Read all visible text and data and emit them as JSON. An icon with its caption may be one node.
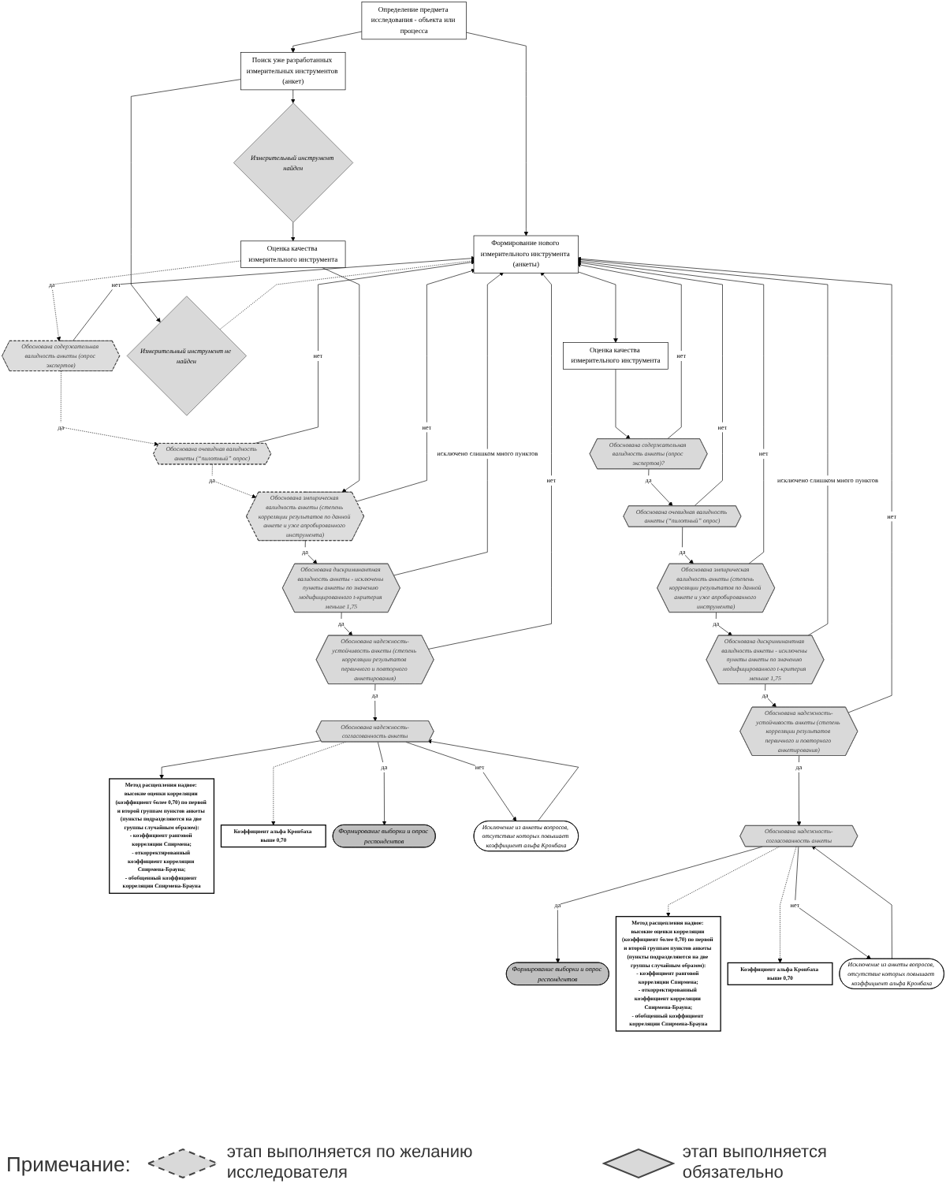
{
  "diagram": {
    "nodes": [
      {
        "text": [
          "Определение предмета исследования - объекта или процесса"
        ]
      },
      {
        "text": [
          "Поиск уже разработанных измерительных инструментов (анкет)"
        ]
      },
      {
        "text": [
          "Формирование нового измерительного инструмента (анкеты)"
        ]
      },
      {
        "text": [
          "Оценка качества измерительного инструмента"
        ]
      },
      {
        "text": [
          "Измерительный инструмент найден"
        ]
      },
      {
        "text": [
          "Измерительный инструмент не найден"
        ]
      },
      {
        "text": [
          "Оценка качества измерительного инструмента"
        ]
      },
      {
        "text": [
          "Обоснована содержательная валидность анкеты (опрос экспертов)"
        ]
      },
      {
        "text": [
          "Обоснована очевидная валидность анкеты (“пилотный” опрос)"
        ]
      },
      {
        "text": [
          "Обоснована эмпирическая валидность анкеты (степень корреляции результатов по данной анкете и уже апробированного инструмента)"
        ]
      },
      {
        "text": [
          "Обоснована дискриминантная валидность анкеты - исключены пункты анкеты по значению модифицированного t-критерия меньше 1,75"
        ]
      },
      {
        "text": [
          "Обоснована надежность-устойчивость анкеты (степень корреляции результатов первичного и повторного анкетирования)"
        ]
      },
      {
        "text": [
          "Обоснована надежность-согласованность анкеты"
        ]
      },
      {
        "text": [
          "Метод расщепления надвое: высокие оценки корреляции (коэффициент более 0,70) по первой и второй группам пунктов анкеты (пункты подразделяются на две группы случайным образом):",
          "- коэффициент ранговой корреляции Спирмена;",
          "- откорректированный коэффициент корреляции Спирмена-Брауна;",
          "- обобщенный коэффициент корреляции Спирмена-Брауна"
        ]
      },
      {
        "text": [
          "Коэффициент альфа Кронбаха выше 0,70"
        ]
      },
      {
        "text": [
          "Формирование выборки и опрос респондентов"
        ]
      },
      {
        "text": [
          "Исключение из анкеты вопросов, отсутствие которых повышает коэффициент альфа Кронбаха"
        ]
      },
      {
        "text": [
          "Обоснована содержательная валидность анкеты (опрос экспертов)?"
        ]
      },
      {
        "text": [
          "Обоснована очевидная валидность анкеты (“пилотный” опрос)"
        ]
      },
      {
        "text": [
          "Обоснована эмпирическая валидность анкеты (степень корреляции результатов по данной анкете и уже апробированного инструмента)"
        ]
      },
      {
        "text": [
          "Обоснована дискриминантная валидность анкеты - исключены пункты анкеты по значению модифицированного t-критерия меньше 1,75"
        ]
      },
      {
        "text": [
          "Обоснована надежность-устойчивость анкеты (степень корреляции результатов первичного и повторного анкетирования)"
        ]
      },
      {
        "text": [
          "Обоснована надежность-согласованность анкеты"
        ]
      },
      {
        "text": [
          "Метод расщепления надвое: высокие оценки корреляции (коэффициент более 0,70) по первой и второй группам пунктов анкеты (пункты подразделяются на две группы случайным образом):",
          "- коэффициент ранговой корреляции Спирмена;",
          "- откорректированный коэффициент корреляции Спирмена-Брауна;",
          "- обобщенный коэффициент корреляции Спирмена-Брауна"
        ]
      },
      {
        "text": [
          "Коэффициент альфа Кронбаха выше 0,70"
        ]
      },
      {
        "text": [
          "Формирование выборки и опрос респондентов"
        ]
      },
      {
        "text": [
          "Исключение из анкеты вопросов, отсутствие которых повышает коэффициент альфа Кронбаха"
        ]
      }
    ],
    "edges": [
      {
        "from": 0,
        "to": 1,
        "arrow": "to"
      },
      {
        "from": 0,
        "to": 2,
        "arrow": "to"
      },
      {
        "from": 2,
        "to": 3,
        "arrow": "to"
      },
      {
        "from": 1,
        "to": 4,
        "arrow": "to"
      },
      {
        "from": 1,
        "to": 5,
        "arrow": "to"
      },
      {
        "from": 5,
        "to": 2,
        "arrow": "to",
        "style": "dashed"
      },
      {
        "from": 4,
        "to": 6,
        "arrow": "to"
      },
      {
        "from": 6,
        "to": 7,
        "arrow": "to",
        "label": "да",
        "style": "dashed"
      },
      {
        "from": 7,
        "to": 8,
        "arrow": "to",
        "label": "да",
        "style": "dashed"
      },
      {
        "from": 8,
        "to": 9,
        "arrow": "to",
        "label": "да",
        "style": "dashed"
      },
      {
        "from": 9,
        "to": 10,
        "arrow": "to",
        "label": "да"
      },
      {
        "from": 10,
        "to": 11,
        "arrow": "to",
        "label": "да"
      },
      {
        "from": 11,
        "to": 12,
        "arrow": "to",
        "label": "да"
      },
      {
        "from": 12,
        "to": 15,
        "arrow": "to",
        "label": "да"
      },
      {
        "from": 6,
        "to": 9,
        "arrow": "to"
      },
      {
        "from": 7,
        "to": 2,
        "arrow": "to",
        "label": "нет"
      },
      {
        "from": 8,
        "to": 2,
        "arrow": "to",
        "label": "нет"
      },
      {
        "from": 9,
        "to": 2,
        "arrow": "to",
        "label": "нет"
      },
      {
        "from": 10,
        "to": 2,
        "arrow": "to",
        "label": "исключено слишком много пунктов"
      },
      {
        "from": 11,
        "to": 2,
        "arrow": "to",
        "label": "нет"
      },
      {
        "from": 12,
        "to": 13,
        "arrow": "to"
      },
      {
        "from": 12,
        "to": 14,
        "arrow": "to",
        "style": "dashed"
      },
      {
        "from": 12,
        "to": 16,
        "arrow": "to",
        "label": "нет"
      },
      {
        "from": 16,
        "to": 12,
        "arrow": "to"
      },
      {
        "from": 3,
        "to": 17,
        "arrow": "to"
      },
      {
        "from": 17,
        "to": 18,
        "arrow": "to",
        "label": "да"
      },
      {
        "from": 18,
        "to": 19,
        "arrow": "to",
        "label": "да"
      },
      {
        "from": 19,
        "to": 20,
        "arrow": "to",
        "label": "да"
      },
      {
        "from": 20,
        "to": 21,
        "arrow": "to",
        "label": "да"
      },
      {
        "from": 21,
        "to": 22,
        "arrow": "to",
        "label": "да"
      },
      {
        "from": 22,
        "to": 25,
        "arrow": "to",
        "label": "да"
      },
      {
        "from": 17,
        "to": 2,
        "arrow": "to",
        "label": "нет"
      },
      {
        "from": 18,
        "to": 2,
        "arrow": "to",
        "label": "нет"
      },
      {
        "from": 19,
        "to": 2,
        "arrow": "to",
        "label": "нет"
      },
      {
        "from": 20,
        "to": 2,
        "arrow": "to",
        "label": "исключено слишком много пунктов"
      },
      {
        "from": 21,
        "to": 2,
        "arrow": "to",
        "label": "нет"
      },
      {
        "from": 22,
        "to": 23,
        "arrow": "to",
        "style": "dashed"
      },
      {
        "from": 22,
        "to": 24,
        "arrow": "to",
        "style": "dashed"
      },
      {
        "from": 22,
        "to": 26,
        "arrow": "to",
        "label": "нет"
      },
      {
        "from": 26,
        "to": 22,
        "arrow": "to"
      }
    ],
    "labels": [
      "Примечание:"
    ],
    "legend": [
      {
        "text": "этап выполняется по желанию исследователя"
      },
      {
        "text": "этап выполняется обязательно"
      }
    ]
  }
}
